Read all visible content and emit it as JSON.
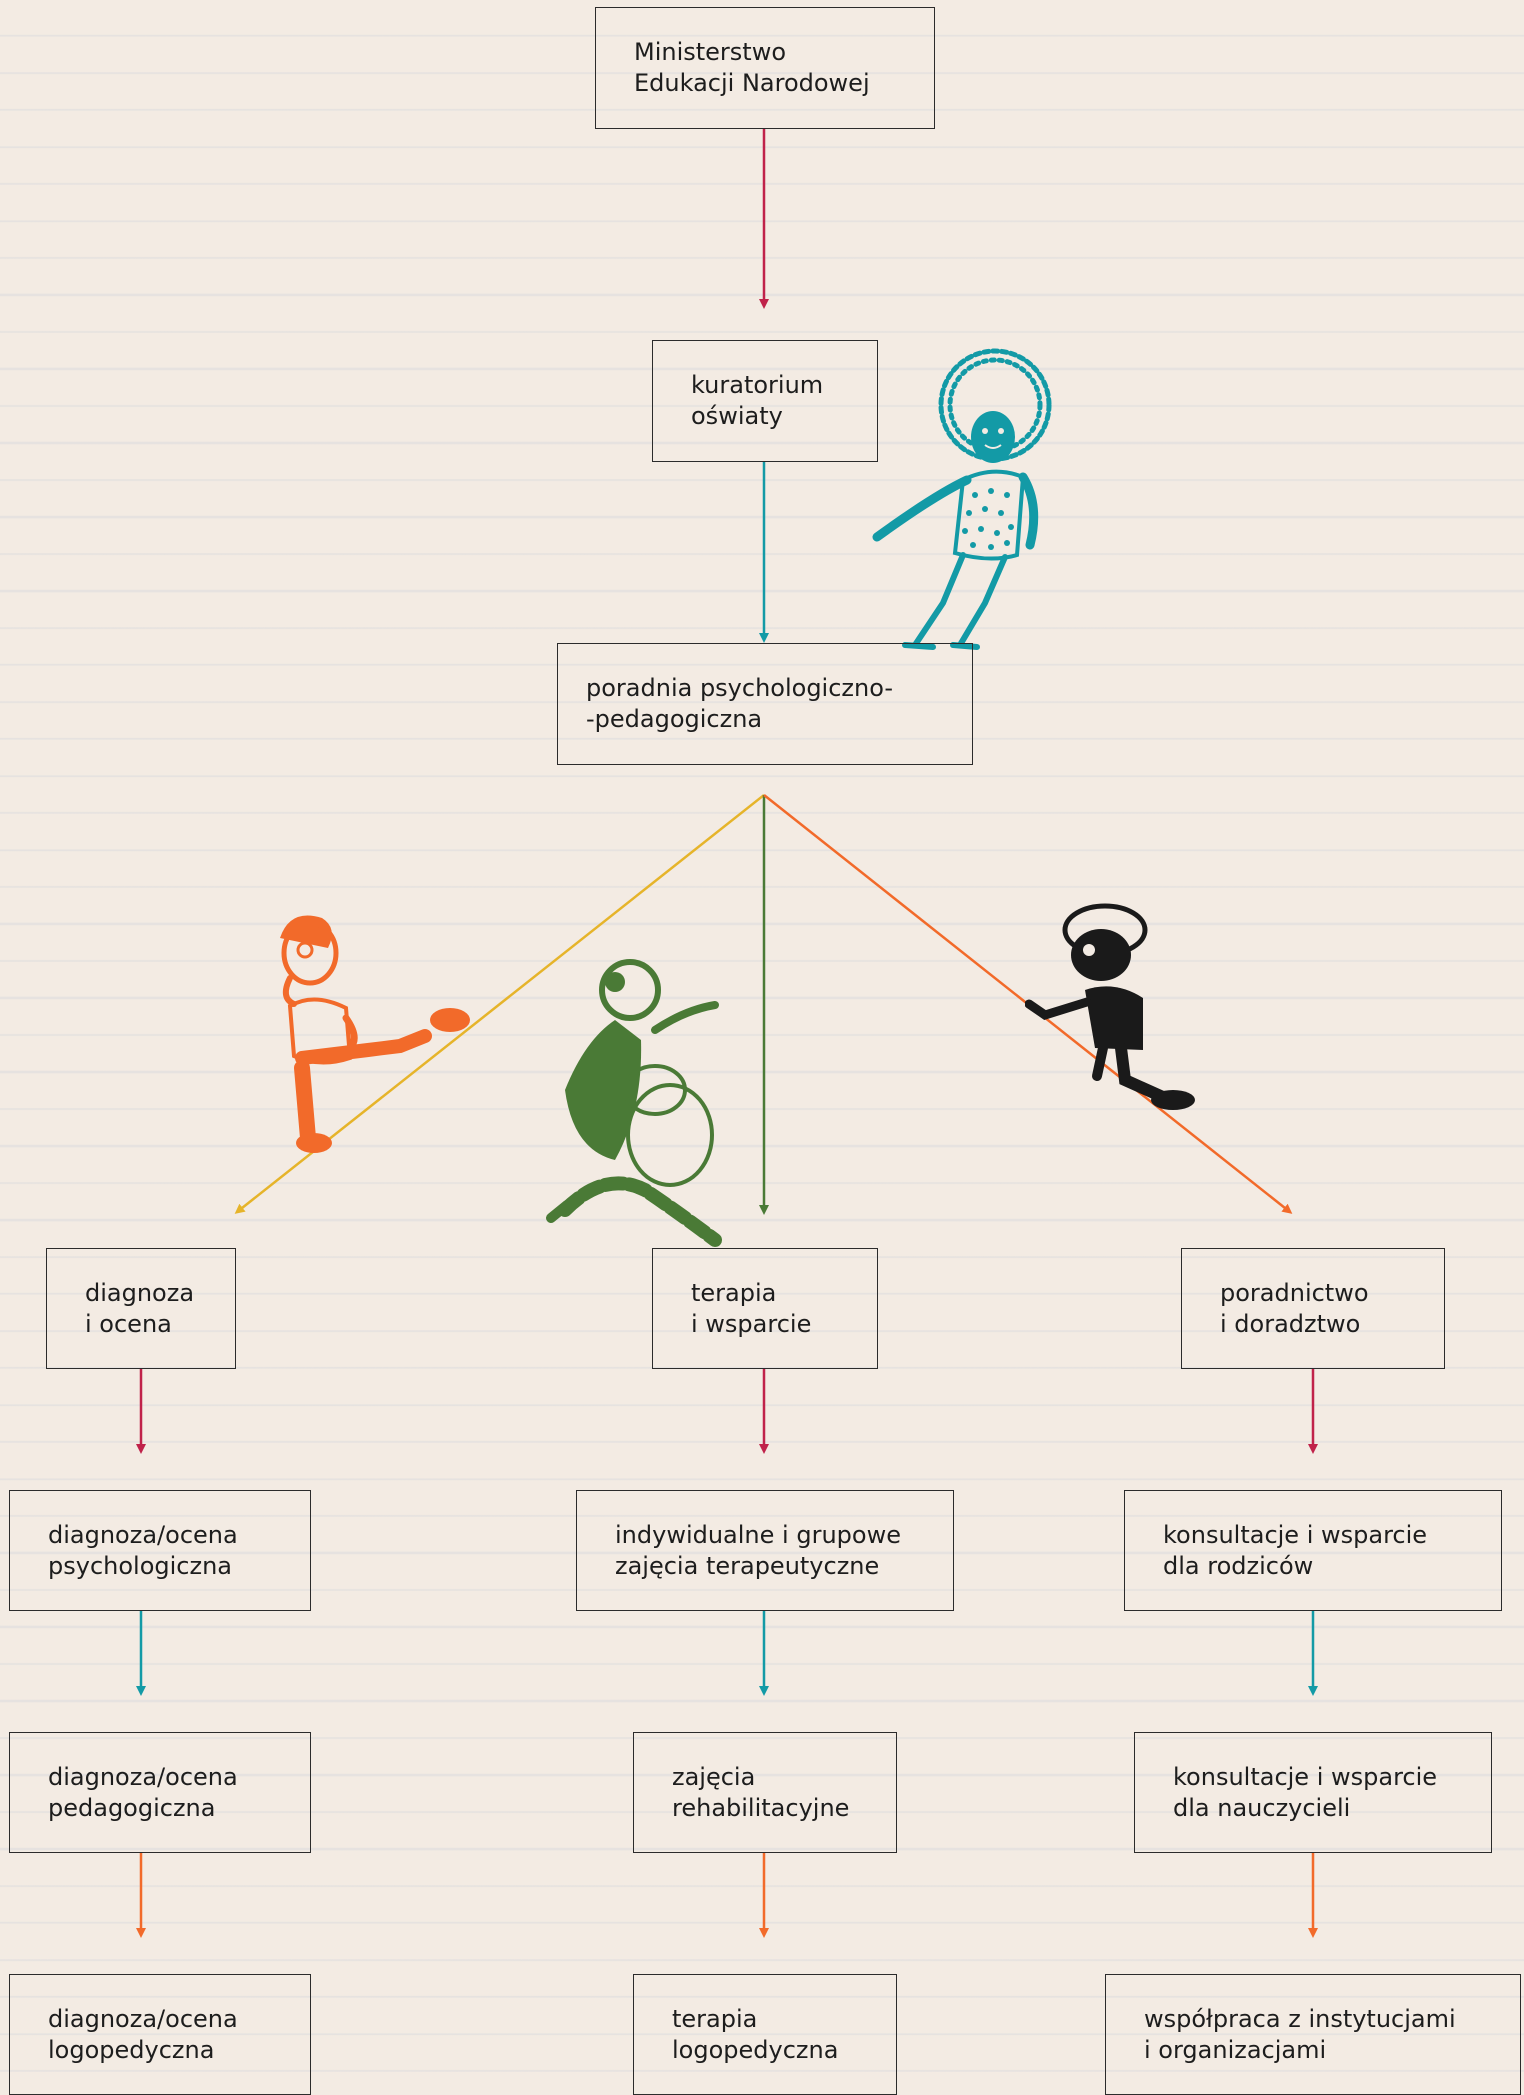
{
  "colors": {
    "crimson": "#c0224a",
    "teal": "#139aa6",
    "green": "#4a7a36",
    "yellow": "#e6b42a",
    "orange": "#f26a2a",
    "black": "#1a1a1a",
    "paper": "#f3ebe3"
  },
  "nodes": {
    "ministry": "Ministerstwo\nEdukacji Narodowej",
    "kuratorium": "kuratorium\noświaty",
    "poradnia": "poradnia psychologiczno-\n-pedagogiczna",
    "diagnoza": "diagnoza\ni ocena",
    "terapia": "terapia\ni wsparcie",
    "poradnictwo": "poradnictwo\ni doradztwo",
    "diag_psych": "diagnoza/ocena\npsychologiczna",
    "diag_ped": "diagnoza/ocena\npedagogiczna",
    "diag_logo": "diagnoza/ocena\nlogopedyczna",
    "zajecia_ter": "indywidualne i grupowe\nzajęcia terapeutyczne",
    "zajecia_reh": "zajęcia\nrehabilitacyjne",
    "terapia_logo": "terapia\nlogopedyczna",
    "konsult_rodzice": "konsultacje i wsparcie\ndla rodziców",
    "konsult_naucz": "konsultacje i wsparcie\ndla nauczycieli",
    "wspolpraca": "współpraca z instytucjami\ni organizacjami"
  },
  "illustrations": [
    {
      "name": "girl-curly-hair",
      "color": "teal"
    },
    {
      "name": "boy-kicking",
      "color": "orange"
    },
    {
      "name": "child-carrying-child",
      "color": "green"
    },
    {
      "name": "boy-with-cap",
      "color": "black"
    }
  ]
}
